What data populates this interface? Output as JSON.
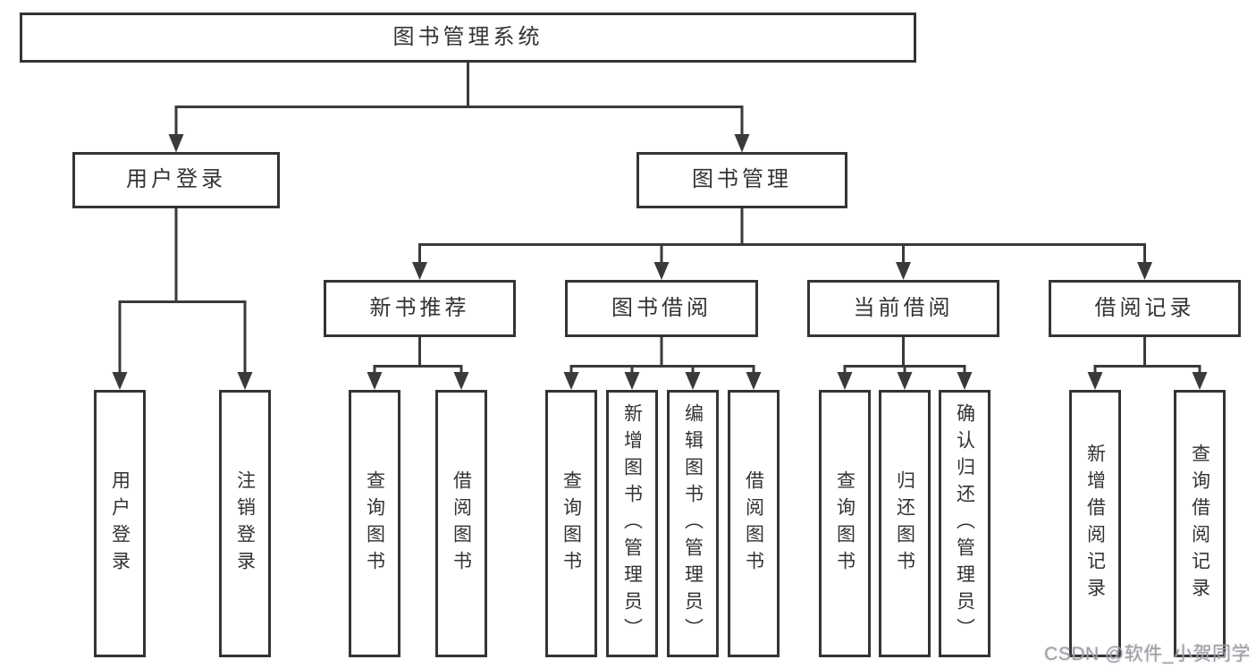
{
  "diagram": {
    "root": {
      "label": "图书管理系统"
    },
    "branches": [
      {
        "label": "用户登录",
        "children": [
          {
            "label": "用户登录"
          },
          {
            "label": "注销登录"
          }
        ]
      },
      {
        "label": "图书管理",
        "groups": [
          {
            "label": "新书推荐",
            "children": [
              {
                "label": "查询图书"
              },
              {
                "label": "借阅图书"
              }
            ]
          },
          {
            "label": "图书借阅",
            "children": [
              {
                "label": "查询图书"
              },
              {
                "label": "新增图书（管理员）"
              },
              {
                "label": "编辑图书（管理员）"
              },
              {
                "label": "借阅图书"
              }
            ]
          },
          {
            "label": "当前借阅",
            "children": [
              {
                "label": "查询图书"
              },
              {
                "label": "归还图书"
              },
              {
                "label": "确认归还（管理员）"
              }
            ]
          },
          {
            "label": "借阅记录",
            "children": [
              {
                "label": "新增借阅记录"
              },
              {
                "label": "查询借阅记录"
              }
            ]
          }
        ]
      }
    ]
  },
  "watermark": {
    "text": "CSDN @软件_小贺同学"
  },
  "colors": {
    "line": "#3a3a3a",
    "border": "#333436",
    "text": "#333333",
    "watermark": "#9d9da5",
    "background": "#ffffff"
  }
}
